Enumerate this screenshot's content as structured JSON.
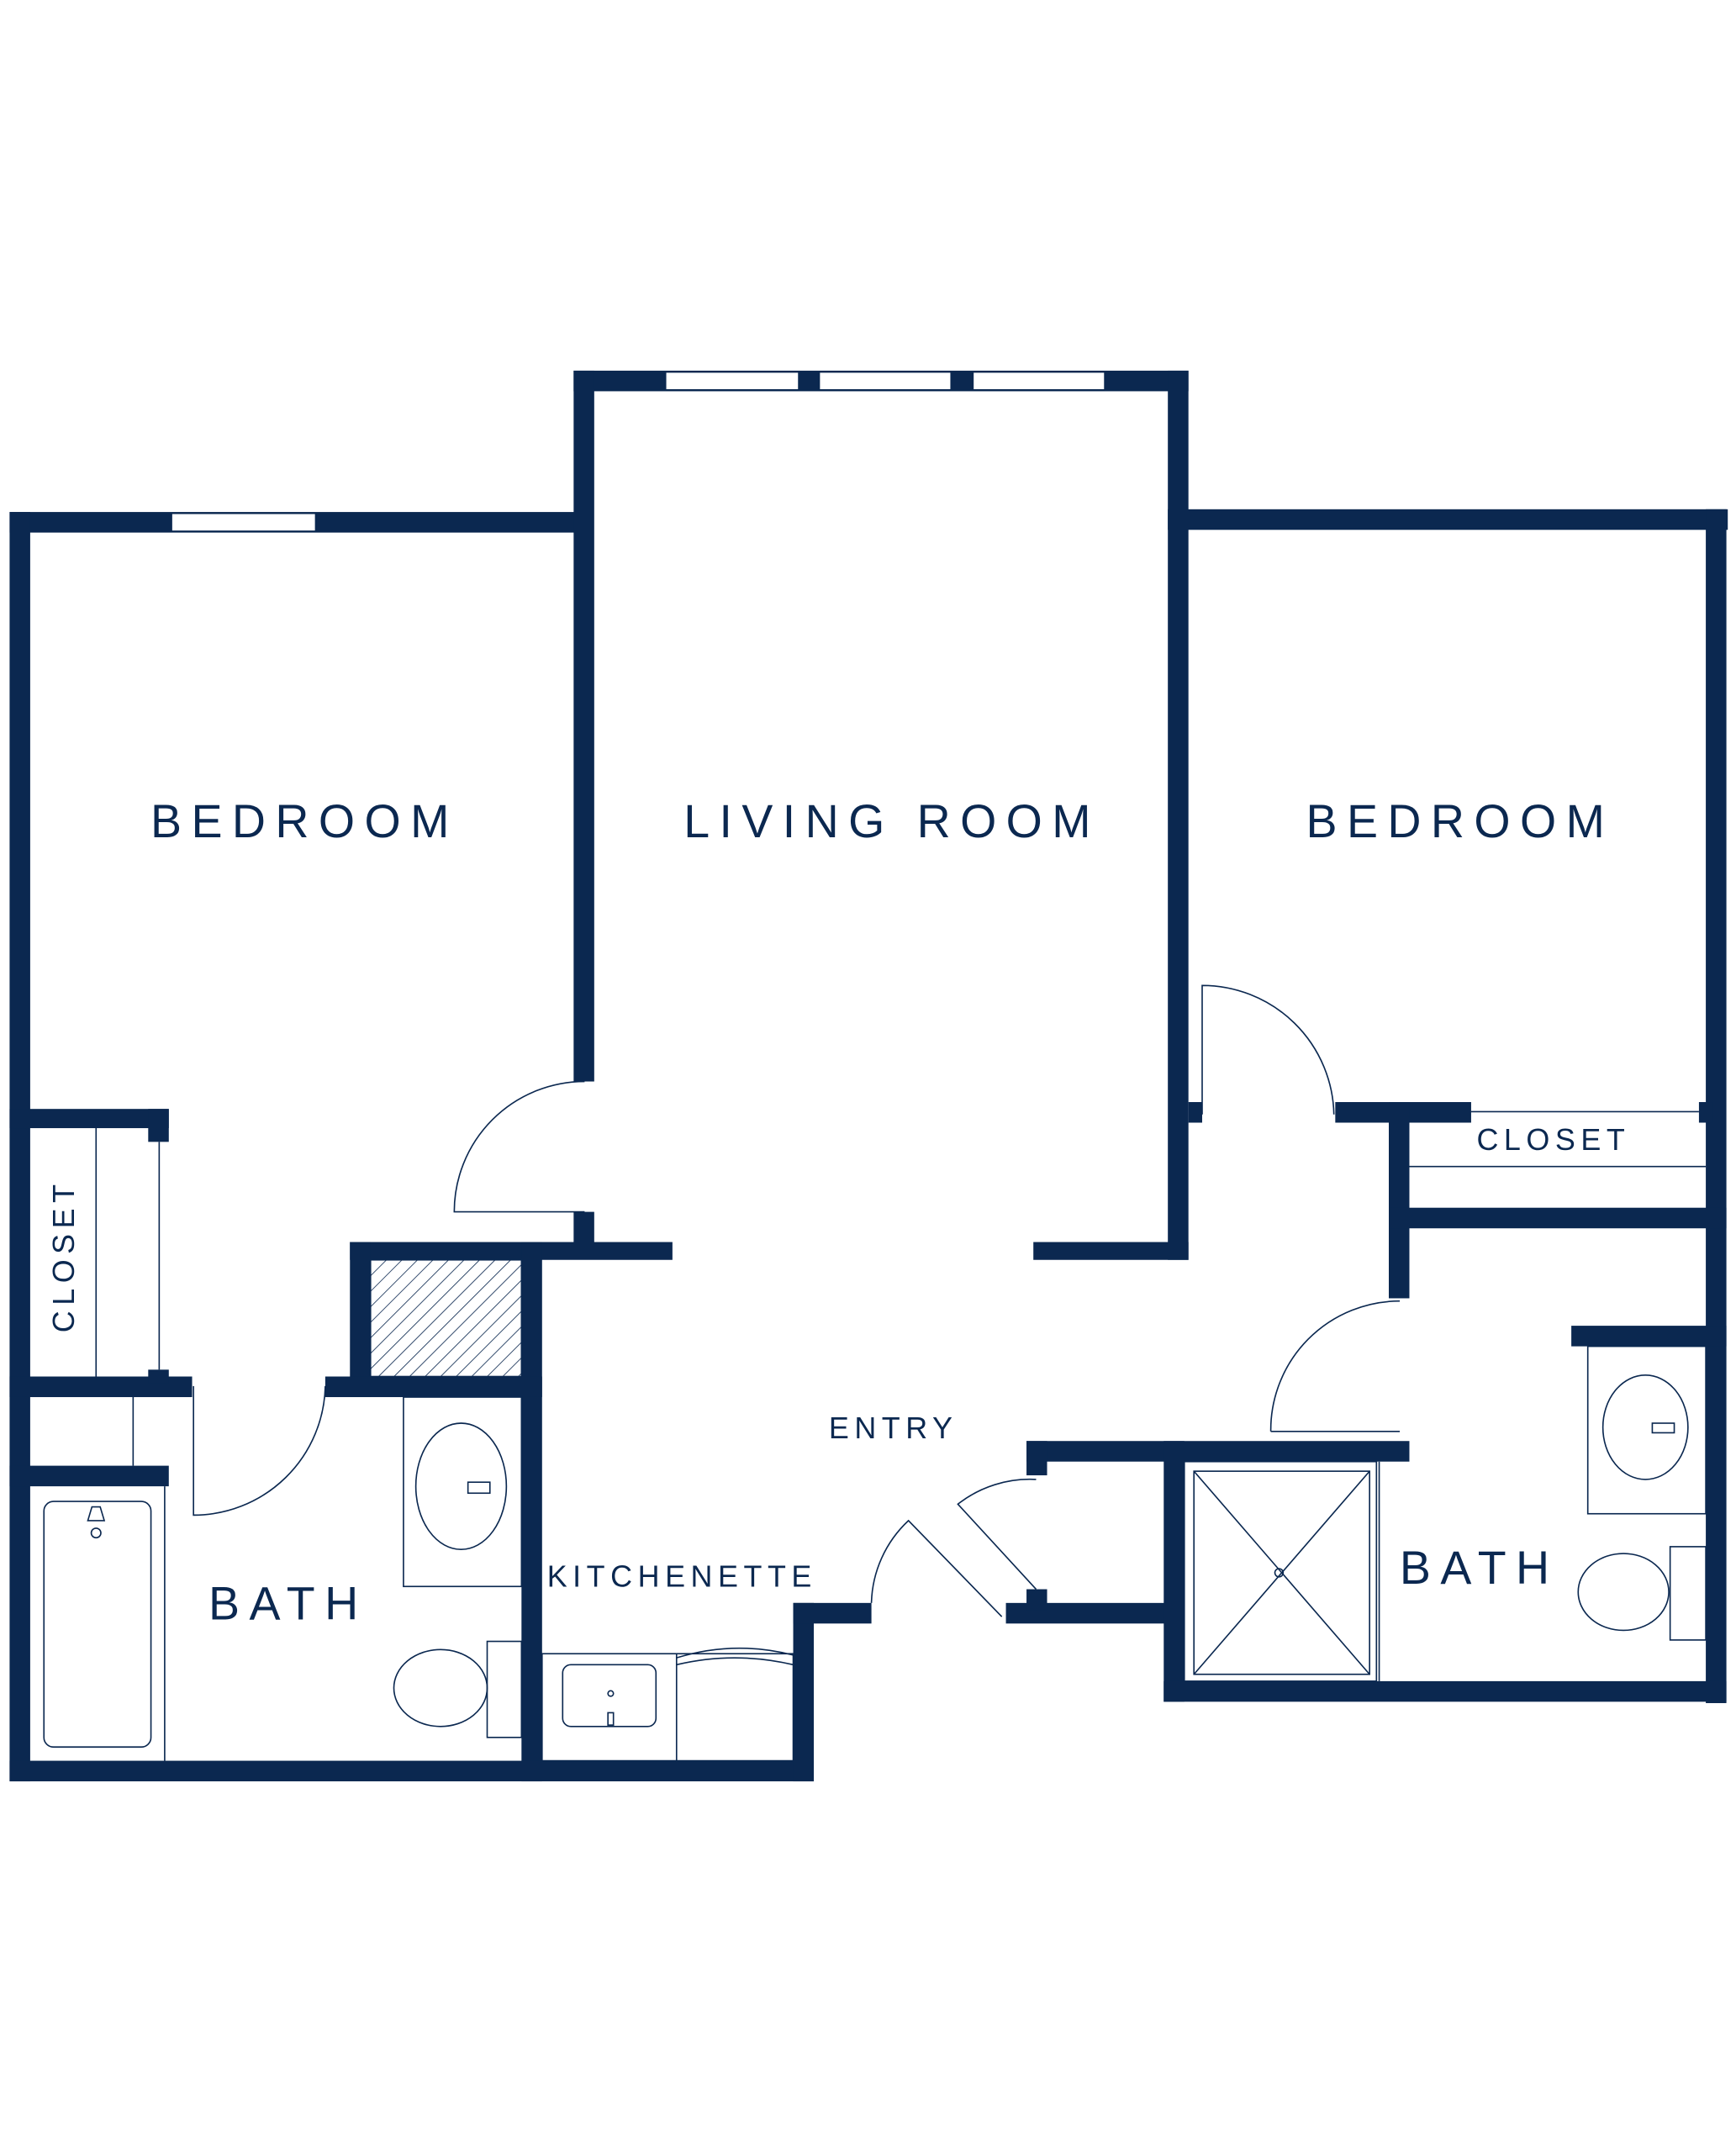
{
  "colors": {
    "wall": "#0b2850",
    "background": "#ffffff"
  },
  "rooms": {
    "bedroom_left": "BEDROOM",
    "living_room": "LIVING ROOM",
    "bedroom_right": "BEDROOM",
    "closet_left": "CLOSET",
    "closet_right": "CLOSET",
    "entry": "ENTRY",
    "bath_left": "BATH",
    "kitchenette": "KITCHENETTE",
    "bath_right": "BATH"
  }
}
